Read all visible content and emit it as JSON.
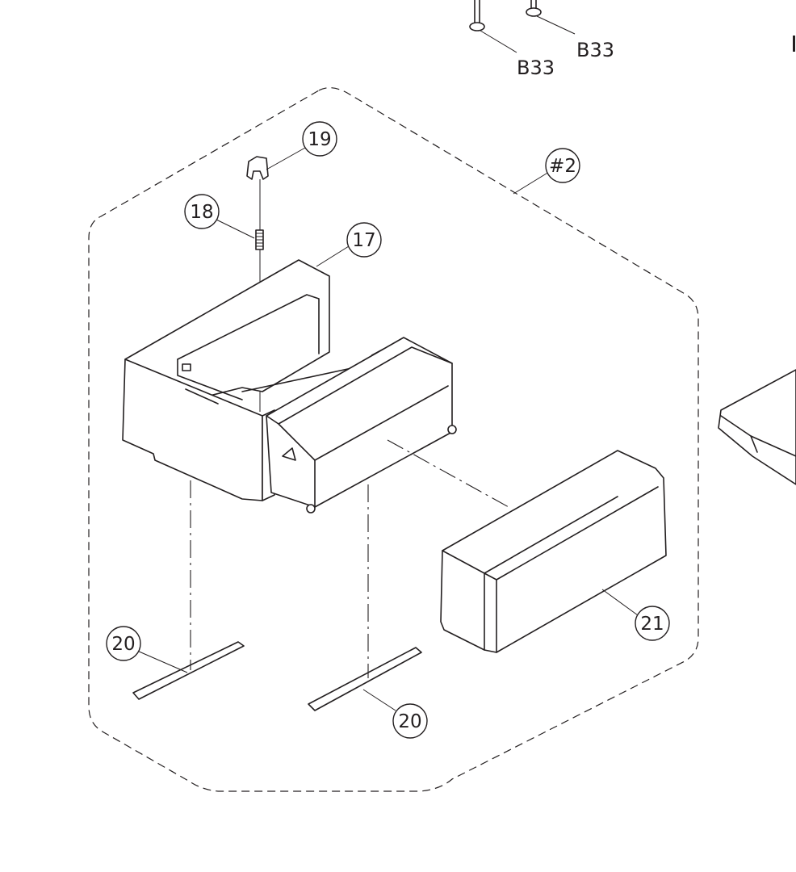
{
  "diagram": {
    "callouts": {
      "c19": "19",
      "c18": "18",
      "c17": "17",
      "assembly": "#2",
      "c20a": "20",
      "c20b": "20",
      "c21": "21"
    },
    "refs": {
      "b33_left": "B33",
      "b33_right": "B33"
    }
  }
}
